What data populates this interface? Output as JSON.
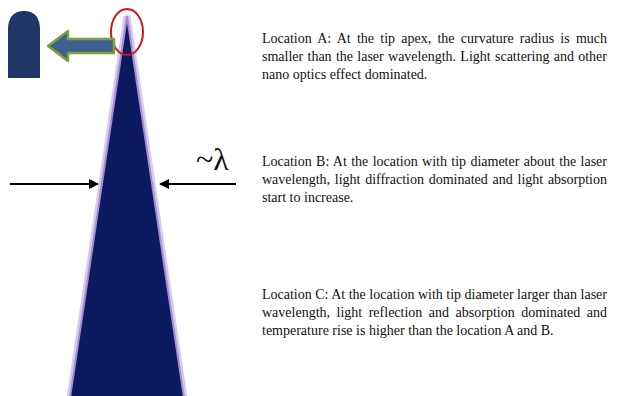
{
  "diagram": {
    "labels": [
      "Location A: At the tip apex, the curvature radius is much smaller than the laser wavelength. Light scattering and other nano optics effect dominated.",
      "~λ",
      "Location B: At the location with tip diameter about the laser wavelength, light diffraction dominated and light absorption start to increase.",
      "Location C: At the location with tip diameter larger than laser wavelength, light reflection and absorption dominated and temperature rise is higher than the location A and B."
    ]
  }
}
